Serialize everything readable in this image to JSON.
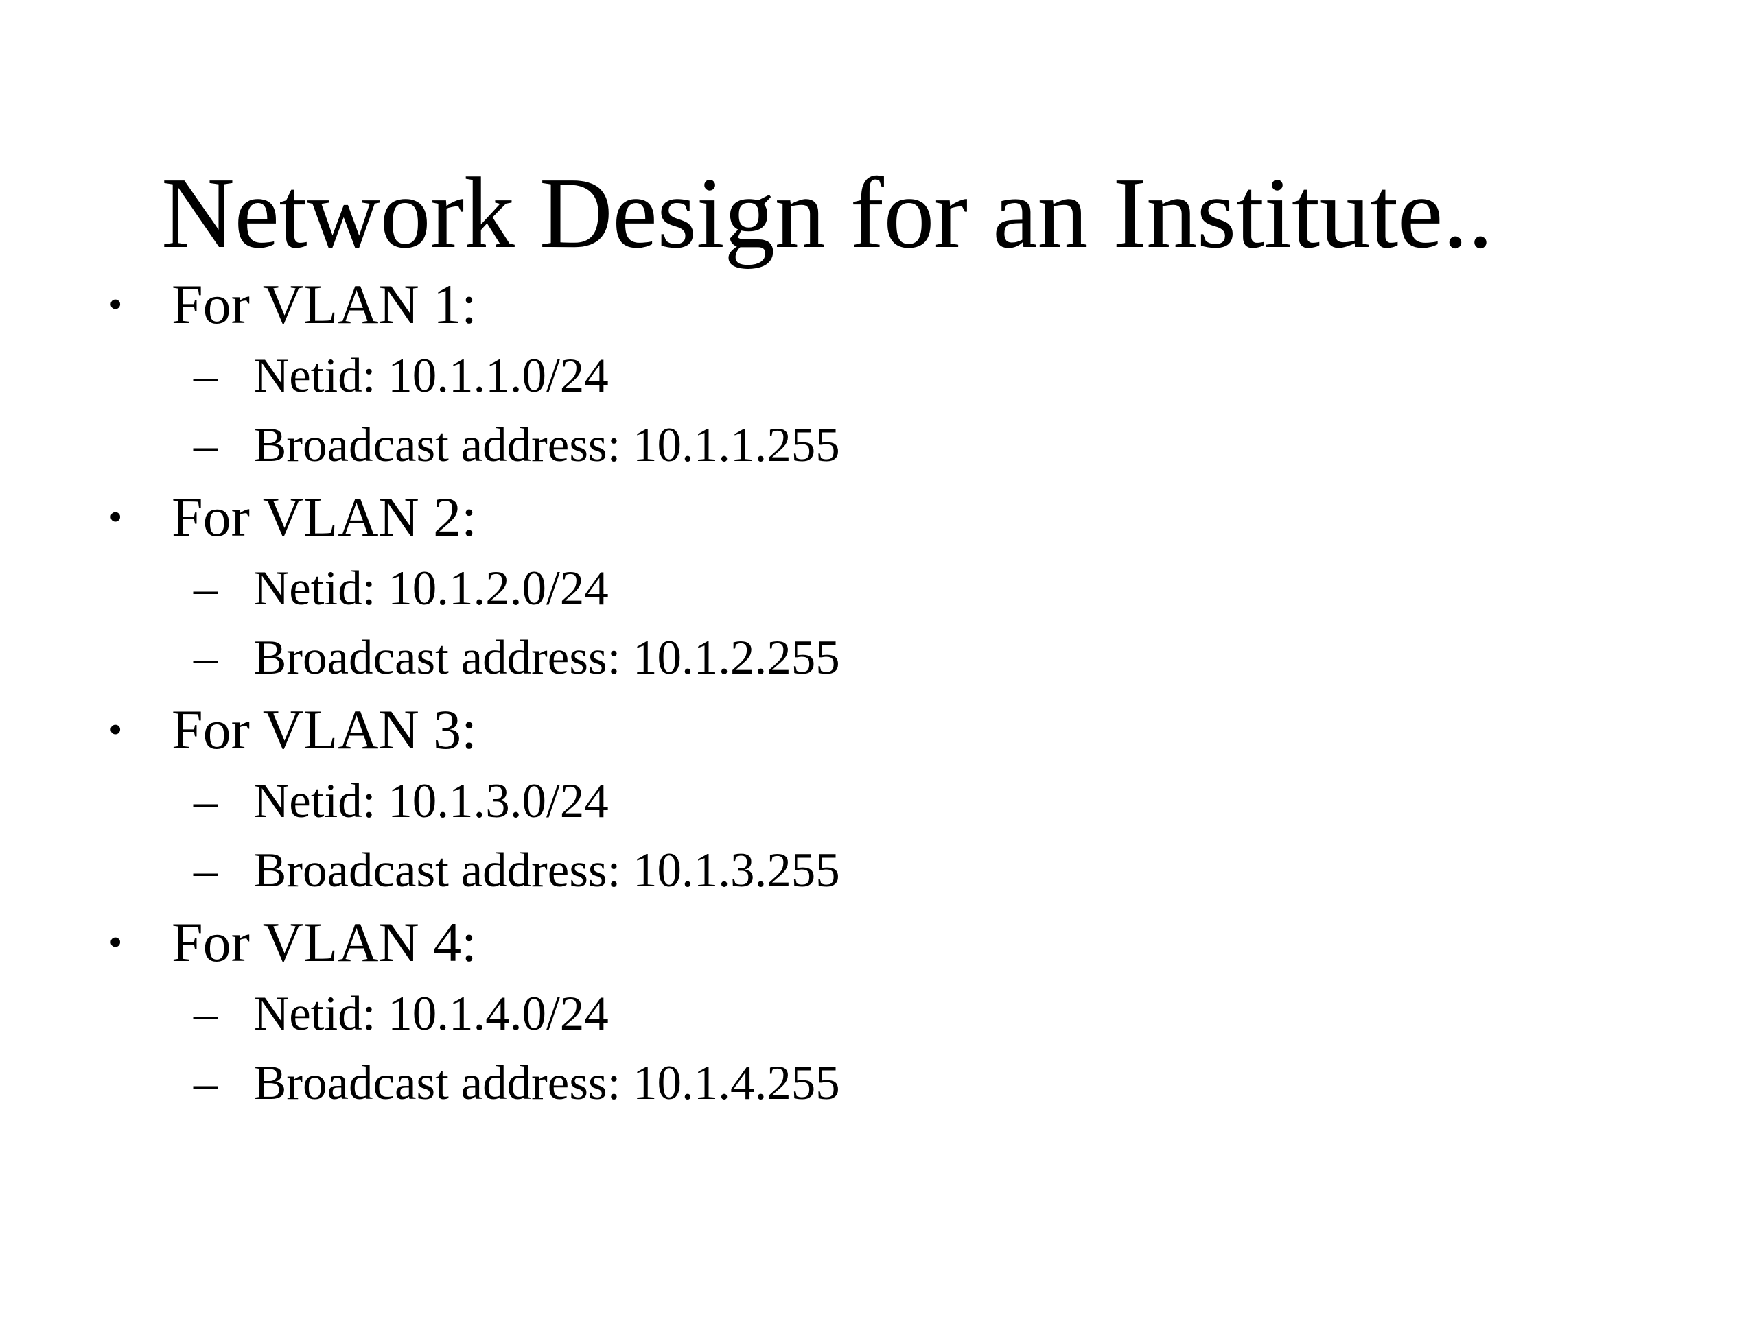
{
  "slide": {
    "title": "Network Design for an Institute..",
    "background_color": "#ffffff",
    "text_color": "#000000",
    "bullet_glyph_level1": "•",
    "bullet_glyph_level2": "–",
    "groups": [
      {
        "heading": "For VLAN 1:",
        "items": [
          {
            "label": "Netid: 10.1.1.0/24"
          },
          {
            "label": "Broadcast address: 10.1.1.255"
          }
        ]
      },
      {
        "heading": "For VLAN 2:",
        "items": [
          {
            "label": "Netid: 10.1.2.0/24"
          },
          {
            "label": "Broadcast address: 10.1.2.255"
          }
        ]
      },
      {
        "heading": "For VLAN 3:",
        "items": [
          {
            "label": "Netid: 10.1.3.0/24"
          },
          {
            "label": "Broadcast address: 10.1.3.255"
          }
        ]
      },
      {
        "heading": "For VLAN 4:",
        "items": [
          {
            "label": "Netid: 10.1.4.0/24"
          },
          {
            "label": "Broadcast address: 10.1.4.255"
          }
        ]
      }
    ]
  }
}
